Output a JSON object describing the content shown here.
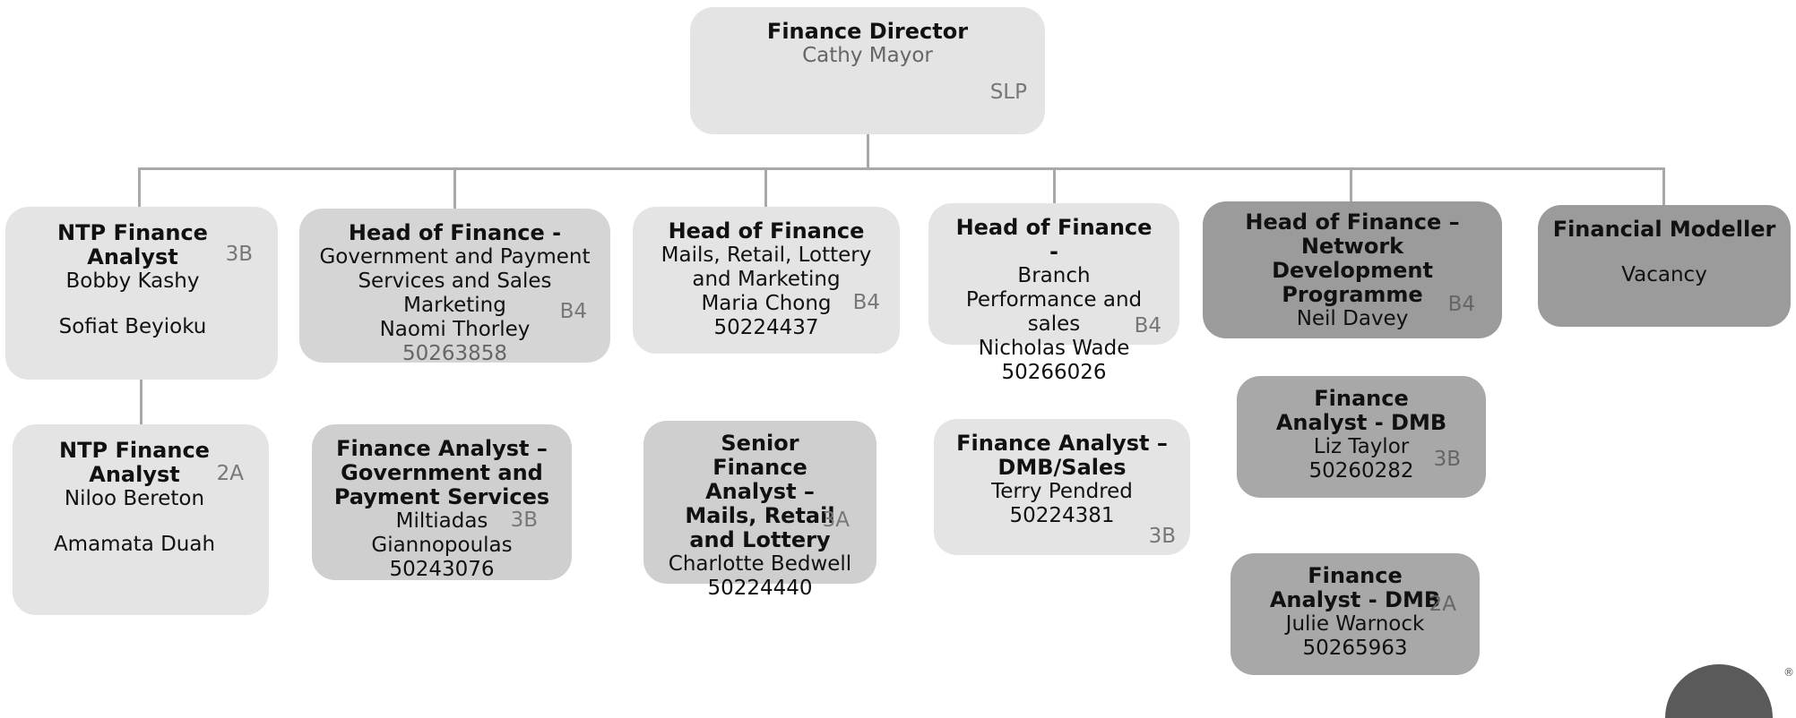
{
  "director": {
    "title": "Finance Director",
    "name": "Cathy Mayor",
    "grade": "SLP"
  },
  "heads": [
    {
      "title": "NTP Finance Analyst",
      "grade": "3B",
      "name1": "Bobby Kashy",
      "name2": "Sofiat Beyioku"
    },
    {
      "title": "Head of Finance -",
      "dept": "Government and Payment Services and Sales Marketing",
      "name": "Naomi Thorley",
      "id": "50263858",
      "grade": "B4"
    },
    {
      "title": "Head of Finance",
      "dept": "Mails, Retail, Lottery and Marketing",
      "name": "Maria Chong",
      "id": "50224437",
      "grade": "B4"
    },
    {
      "title": "Head of Finance -",
      "dept": "Branch Performance and sales",
      "name": "Nicholas Wade",
      "id": "50266026",
      "grade": "B4"
    },
    {
      "title": "Head of Finance – Network Development Programme",
      "name": "Neil Davey",
      "grade": "B4"
    },
    {
      "title": "Financial Modeller",
      "name": "Vacancy"
    }
  ],
  "reports": [
    {
      "title": "NTP Finance Analyst",
      "grade": "2A",
      "name1": "Niloo Bereton",
      "name2": "Amamata Duah"
    },
    {
      "title": "Finance Analyst – Government and Payment Services",
      "name": "Miltiadas Giannopoulas",
      "id": "50243076",
      "grade": "3B"
    },
    {
      "title": "Senior Finance Analyst – Mails, Retail and Lottery",
      "name": "Charlotte Bedwell",
      "id": "50224440",
      "grade": "3A"
    },
    {
      "title": "Finance Analyst – DMB/Sales",
      "name": "Terry Pendred",
      "id": "50224381",
      "grade": "3B"
    },
    {
      "title": "Finance Analyst - DMB",
      "name": "Liz Taylor",
      "id": "50260282",
      "grade": "3B"
    },
    {
      "title": "Finance Analyst - DMB",
      "name": "Julie Warnock",
      "id": "50265963",
      "grade": "2A"
    }
  ],
  "trademark": "®"
}
